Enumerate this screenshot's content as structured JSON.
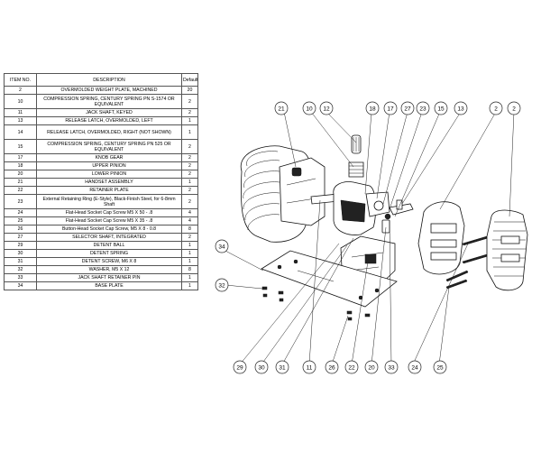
{
  "bom": {
    "headers": [
      "ITEM NO.",
      "DESCRIPTION",
      "Default/QTY."
    ],
    "rows": [
      {
        "item": "2",
        "description": "OVERMOLDED WEIGHT PLATE, MACHINED",
        "qty": "20",
        "h": ""
      },
      {
        "item": "10",
        "description": "COMPRESSION SPRING, CENTURY SPRING PN S-1574 OR EQUIVALENT",
        "qty": "2",
        "h": "h16"
      },
      {
        "item": "11",
        "description": "JACK SHAFT, KEYED",
        "qty": "2",
        "h": ""
      },
      {
        "item": "13",
        "description": "RELEASE LATCH, OVERMOLDED, LEFT",
        "qty": "1",
        "h": ""
      },
      {
        "item": "14",
        "description": "RELEASE LATCH, OVERMOLDED, RIGHT (NOT SHOWN)",
        "qty": "1",
        "h": "h16"
      },
      {
        "item": "15",
        "description": "COMPRESSION SPRING, CENTURY SPRING PN 525 OR EQUIVALENT",
        "qty": "2",
        "h": "h16"
      },
      {
        "item": "17",
        "description": "KNOB GEAR",
        "qty": "2",
        "h": ""
      },
      {
        "item": "18",
        "description": "UPPER PINION",
        "qty": "2",
        "h": ""
      },
      {
        "item": "20",
        "description": "LOWER PINION",
        "qty": "2",
        "h": ""
      },
      {
        "item": "21",
        "description": "HANDSET ASSEMBLY",
        "qty": "1",
        "h": ""
      },
      {
        "item": "22",
        "description": "RETAINER PLATE",
        "qty": "2",
        "h": ""
      },
      {
        "item": "23",
        "description": "External Retaining Ring (E-Style), Black-Finish Steel, for 6-8mm Shaft",
        "qty": "2",
        "h": "h16"
      },
      {
        "item": "24",
        "description": "Flat-Head Socket Cap Screw M5 X 50 - .8",
        "qty": "4",
        "h": ""
      },
      {
        "item": "25",
        "description": "Flat-Head Socket Cap Screw M5 X 35 - .8",
        "qty": "4",
        "h": ""
      },
      {
        "item": "26",
        "description": "Button-Head Socket Cap Screw, M5 X 8 - 0.8",
        "qty": "8",
        "h": ""
      },
      {
        "item": "27",
        "description": "SELECTOR SHAFT, INTEGRATED",
        "qty": "2",
        "h": ""
      },
      {
        "item": "29",
        "description": "DETENT BALL",
        "qty": "1",
        "h": ""
      },
      {
        "item": "30",
        "description": "DETENT SPRING",
        "qty": "1",
        "h": ""
      },
      {
        "item": "31",
        "description": "DETENT SCREW, M6 X 8",
        "qty": "1",
        "h": ""
      },
      {
        "item": "32",
        "description": "WASHER, M5 X 12",
        "qty": "8",
        "h": ""
      },
      {
        "item": "33",
        "description": "JACK SHAFT RETAINER PIN",
        "qty": "1",
        "h": ""
      },
      {
        "item": "34",
        "description": "BASE PLATE",
        "qty": "1",
        "h": ""
      }
    ]
  },
  "callouts": {
    "top": [
      "21",
      "10",
      "12",
      "18",
      "17",
      "27",
      "23",
      "15",
      "13",
      "2",
      "2"
    ],
    "left": [
      "34",
      "32"
    ],
    "bottom": [
      "29",
      "30",
      "31",
      "11",
      "26",
      "22",
      "20",
      "33",
      "24",
      "25"
    ]
  }
}
